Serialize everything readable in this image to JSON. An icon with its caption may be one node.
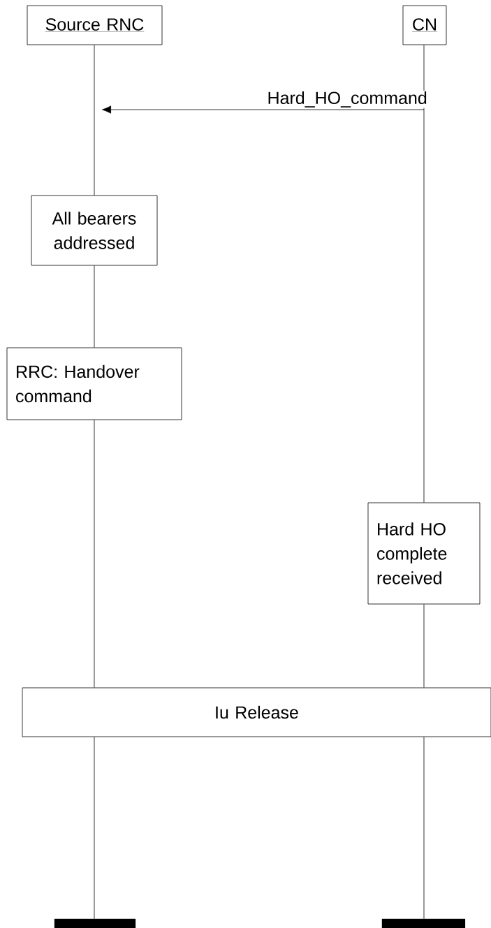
{
  "diagram": {
    "nodes": [
      {
        "text": [
          "Source RNC"
        ]
      },
      {
        "text": [
          "CN"
        ]
      },
      {
        "text": [
          "All bearers addressed"
        ]
      },
      {
        "text": [
          "RRC: Handover command"
        ]
      },
      {
        "text": [
          "Hard HO complete received"
        ]
      },
      {
        "text": [
          "Iu Release"
        ]
      },
      {
        "text": [],
        "shape": "bar"
      },
      {
        "text": [],
        "shape": "bar"
      }
    ],
    "edges": [
      {
        "from": 1,
        "to": 0,
        "arrow": "to",
        "label": "Hard_HO_command"
      },
      {
        "from": 0,
        "to": 2,
        "arrow": "none"
      },
      {
        "from": 2,
        "to": 3,
        "arrow": "none"
      },
      {
        "from": 3,
        "to": 5,
        "arrow": "none"
      },
      {
        "from": 5,
        "to": 6,
        "arrow": "none"
      },
      {
        "from": 1,
        "to": 4,
        "arrow": "none"
      },
      {
        "from": 4,
        "to": 5,
        "arrow": "none"
      },
      {
        "from": 5,
        "to": 7,
        "arrow": "none"
      }
    ]
  }
}
